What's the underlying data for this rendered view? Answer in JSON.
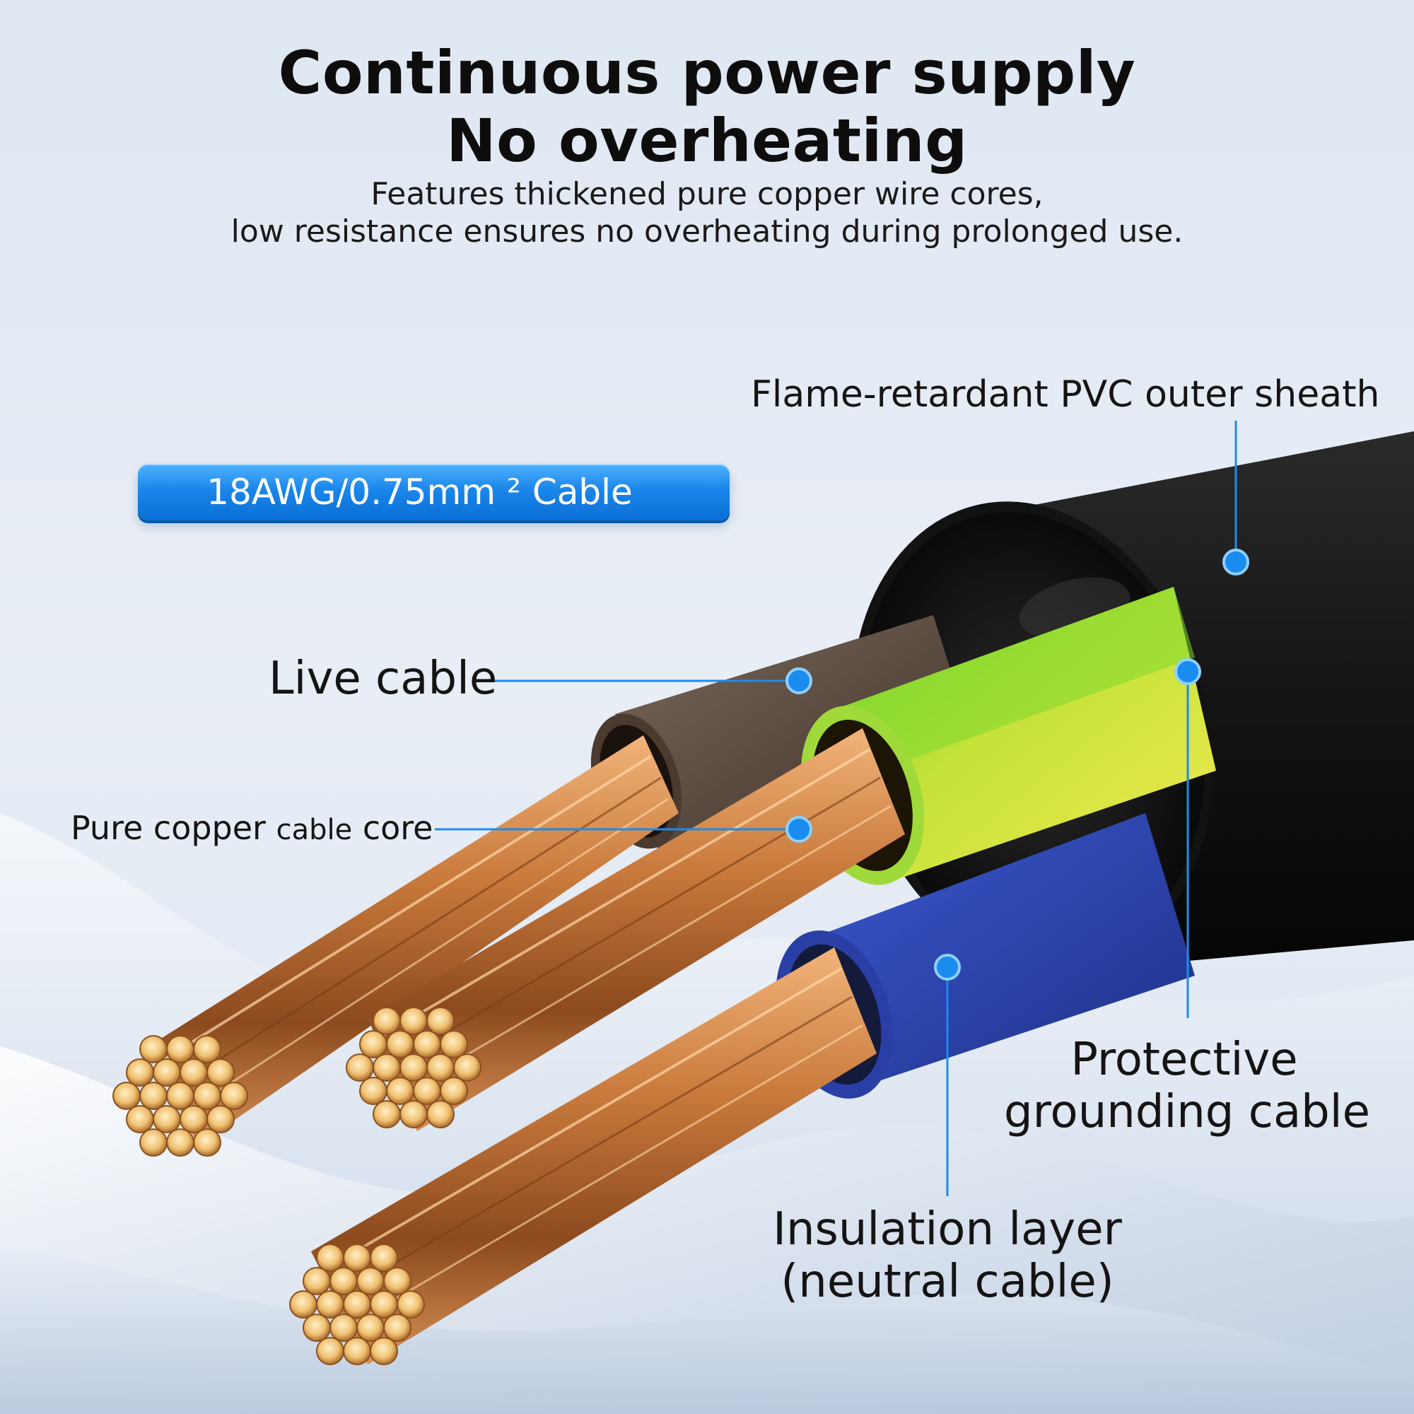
{
  "heading": {
    "line1": "Continuous power supply",
    "line2": "No overheating"
  },
  "description": {
    "line1": "Features thickened pure copper wire cores,",
    "line2": "low resistance ensures no overheating during prolonged use."
  },
  "spec_badge": {
    "label": "18AWG/0.75mm ² Cable"
  },
  "callouts": {
    "outer_sheath": "Flame-retardant PVC outer sheath",
    "live_cable": "Live cable",
    "copper_core_part1": "Pure copper ",
    "copper_core_part2": "cable",
    "copper_core_part3": " core",
    "grounding_line1": "Protective",
    "grounding_line2": "grounding cable",
    "neutral_line1": "Insulation layer",
    "neutral_line2": "(neutral cable)"
  },
  "colors": {
    "accent_blue": "#1b86ea",
    "leader_blue": "#1a8cf0",
    "sheath": "#1a1a1a",
    "live_insulation": "#5a4a40",
    "ground_green": "#5cc62a",
    "ground_yellow": "#e8e43a",
    "neutral_blue": "#2c47b8",
    "copper": "#d0874a"
  }
}
